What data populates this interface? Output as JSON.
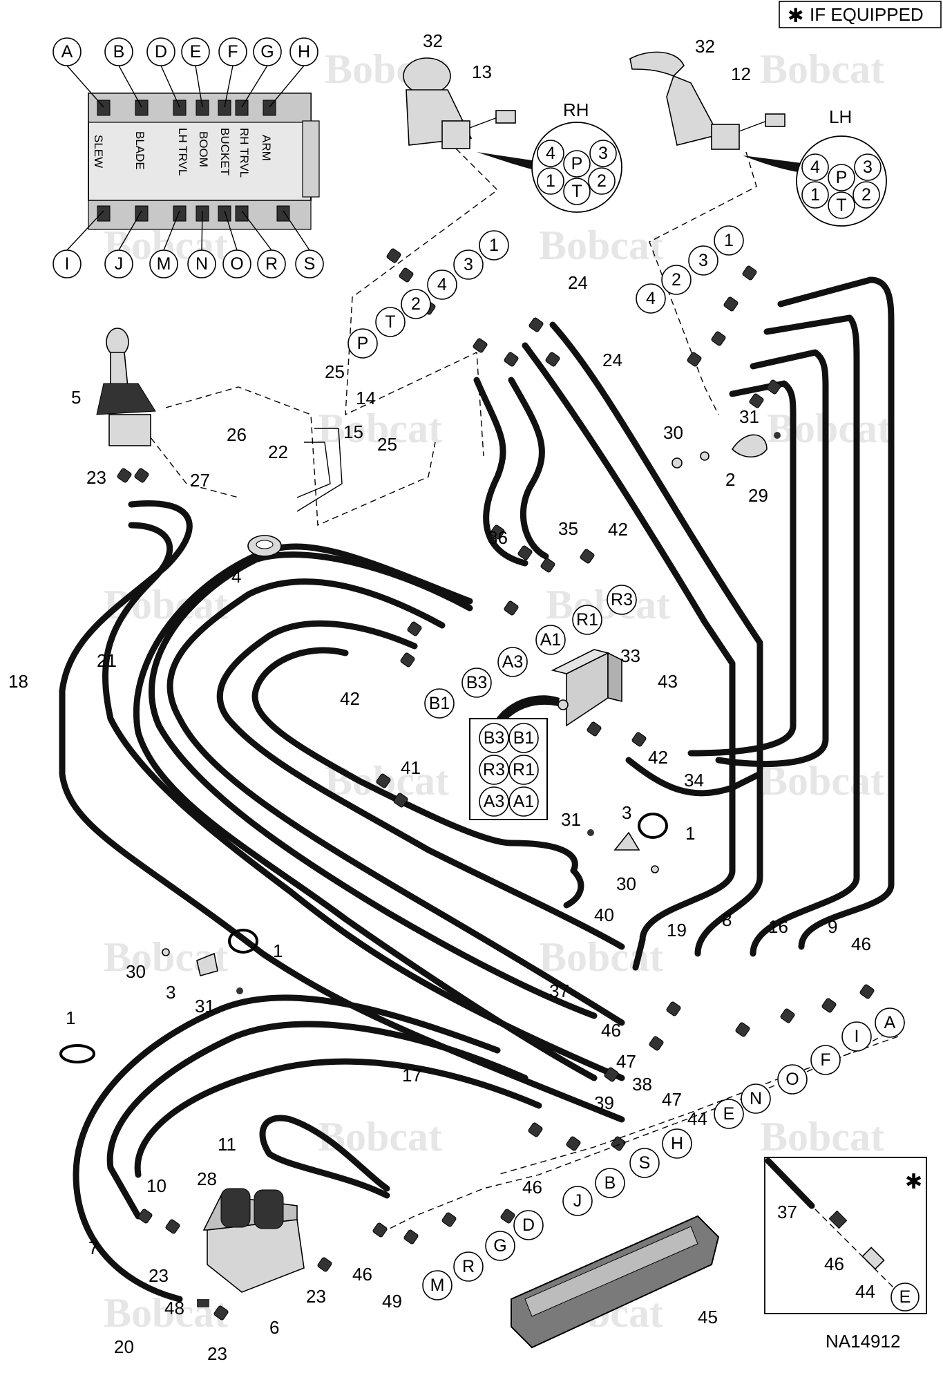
{
  "header_note": "IF EQUIPPED",
  "header_star": "✱",
  "drawing_number": "NA14912",
  "watermark": "Bobcat",
  "valve_sections": [
    "SLEW",
    "BLADE",
    "LH TRVL",
    "BOOM",
    "BUCKET",
    "RH TRVL",
    "ARM"
  ],
  "valve_top_ports": [
    "A",
    "B",
    "D",
    "E",
    "F",
    "G",
    "H"
  ],
  "valve_bottom_ports": [
    "I",
    "J",
    "M",
    "N",
    "O",
    "R",
    "S"
  ],
  "rh_label": "RH",
  "lh_label": "LH",
  "joystick_ports": [
    "4",
    "3",
    "P",
    "1",
    "2",
    "T"
  ],
  "rh_hose_ports": [
    "P",
    "T",
    "2",
    "4",
    "3",
    "1"
  ],
  "lh_hose_ports": [
    "4",
    "2",
    "3",
    "1"
  ],
  "block_ports": [
    "R3",
    "R1",
    "A1",
    "A3",
    "B3",
    "B1"
  ],
  "block_grid": [
    "B3",
    "B1",
    "R3",
    "R1",
    "A3",
    "A1"
  ],
  "bottom_ports_right": [
    "A",
    "I",
    "F",
    "O",
    "N",
    "E",
    "H",
    "S",
    "B",
    "J",
    "D",
    "G",
    "R",
    "M"
  ],
  "inset_port": "E",
  "callouts": {
    "c32a": "32",
    "c13": "13",
    "c32b": "32",
    "c12": "12",
    "c24a": "24",
    "c24b": "24",
    "c25a": "25",
    "c14": "14",
    "c25b": "25",
    "c5": "5",
    "c26": "26",
    "c15": "15",
    "c22": "22",
    "c23a": "23",
    "c27": "27",
    "c30a": "30",
    "c31a": "31",
    "c2": "2",
    "c29": "29",
    "c36": "36",
    "c35": "35",
    "c42a": "42",
    "c4": "4",
    "c21": "21",
    "c18": "18",
    "c42b": "42",
    "c33": "33",
    "c43": "43",
    "c42c": "42",
    "c34": "34",
    "c41": "41",
    "c31b": "31",
    "c3a": "3",
    "c1a": "1",
    "c30b": "30",
    "c40": "40",
    "c19": "19",
    "c8": "8",
    "c16": "16",
    "c9": "9",
    "c46a": "46",
    "c1b": "1",
    "c30c": "30",
    "c3b": "3",
    "c31c": "31",
    "c37a": "37",
    "c46b": "46",
    "c47a": "47",
    "c38": "38",
    "c47b": "47",
    "c44a": "44",
    "c1c": "1",
    "c17": "17",
    "c39": "39",
    "c11": "11",
    "c28": "28",
    "c10": "10",
    "c46c": "46",
    "c7": "7",
    "c23b": "23",
    "c46d": "46",
    "c49": "49",
    "c23c": "23",
    "c48": "48",
    "c6": "6",
    "c23d": "23",
    "c20": "20",
    "c45": "45",
    "c37b": "37",
    "c46e": "46",
    "c44b": "44"
  }
}
